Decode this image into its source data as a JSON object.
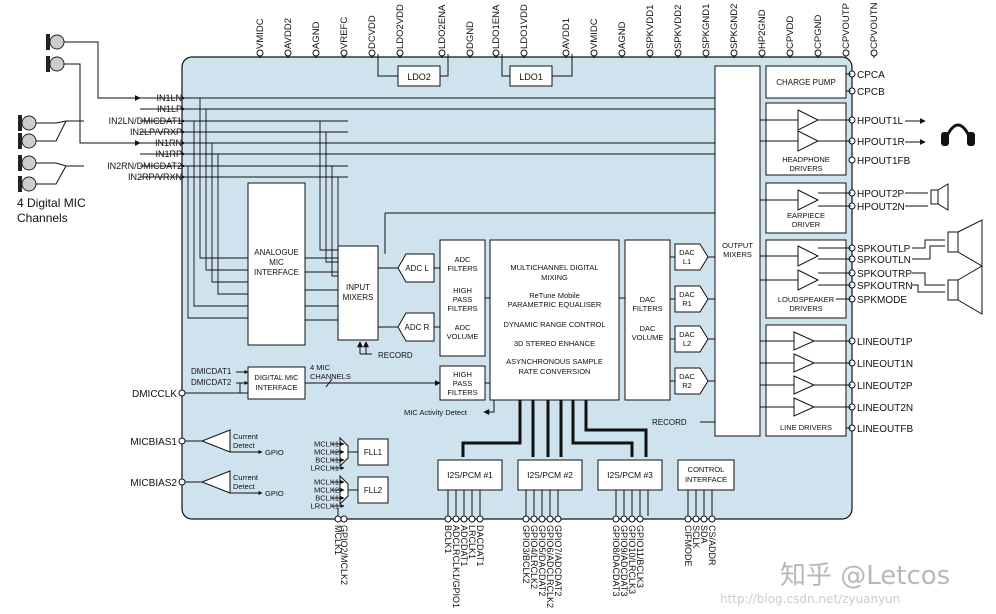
{
  "top_pins": [
    "VMIDC",
    "AVDD2",
    "AGND",
    "VREFC",
    "DCVDD",
    "LDO2VDD",
    "LDO2ENA",
    "DGND",
    "LDO1ENA",
    "LDO1VDD",
    "AVDD1",
    "VMIDC",
    "AGND",
    "SPKVDD1",
    "SPKVDD2",
    "SPKGND1",
    "SPKGND2",
    "HP2GND",
    "CPVDD",
    "CPGND",
    "CPVOUTP",
    "CPVOUTN"
  ],
  "ldo": {
    "ldo2": "LDO2",
    "ldo1": "LDO1"
  },
  "left_pins": [
    "IN1LN",
    "IN1LP",
    "IN2LN/DMICDAT1",
    "IN2LP/VRXP",
    "IN1RN",
    "IN1RP",
    "IN2RN/DMICDAT2",
    "IN2RP/VRXN"
  ],
  "mic_caption": [
    "4 Digital MIC",
    "Channels"
  ],
  "blocks": {
    "analogue_mic": [
      "ANALOGUE",
      "MIC",
      "INTERFACE"
    ],
    "input_mixers": [
      "INPUT",
      "MIXERS"
    ],
    "adc_l": "ADC L",
    "adc_r": "ADC R",
    "record_left": "RECORD",
    "adc_proc": [
      "ADC",
      "FILTERS",
      "HIGH",
      "PASS",
      "FILTERS",
      "ADC",
      "VOLUME"
    ],
    "dsp": [
      "MULTICHANNEL DIGITAL",
      "MIXING",
      "ReTune Mobile",
      "PARAMETRIC EQUALISER",
      "DYNAMIC RANGE CONTROL",
      "3D STEREO ENHANCE",
      "ASYNCHRONOUS SAMPLE",
      "RATE CONVERSION"
    ],
    "dac_proc": [
      "DAC",
      "FILTERS",
      "DAC",
      "VOLUME"
    ],
    "dacs": [
      [
        "DAC",
        "L1"
      ],
      [
        "DAC",
        "R1"
      ],
      [
        "DAC",
        "L2"
      ],
      [
        "DAC",
        "R2"
      ]
    ],
    "output_mixers": [
      "OUTPUT",
      "MIXERS"
    ],
    "charge_pump": "CHARGE PUMP",
    "headphone_drivers": [
      "HEADPHONE",
      "DRIVERS"
    ],
    "earpiece_driver": [
      "EARPIECE",
      "DRIVER"
    ],
    "loudspeaker_drivers": [
      "LOUDSPEAKER",
      "DRIVERS"
    ],
    "line_drivers": "LINE DRIVERS",
    "record_right": "RECORD",
    "digital_mic": [
      "DIGITAL MIC",
      "INTERFACE"
    ],
    "dmic_channels": [
      "4 MIC",
      "CHANNELS"
    ],
    "hp_filters": [
      "HIGH",
      "PASS",
      "FILTERS"
    ],
    "mic_activity": "MIC Activity Detect",
    "i2s1": "I2S/PCM #1",
    "i2s2": "I2S/PCM #2",
    "i2s3": "I2S/PCM #3",
    "control": [
      "CONTROL",
      "INTERFACE"
    ],
    "fll1": "FLL1",
    "fll2": "FLL2",
    "fll_inputs": [
      "MCLK1",
      "MCLK2",
      "BCLK1",
      "LRCLK1"
    ],
    "current_detect": [
      "Current",
      "Detect"
    ],
    "gpio": "GPIO"
  },
  "dmic_pins": [
    "DMICDAT1",
    "DMICDAT2"
  ],
  "left_misc_pins": [
    "DMICCLK",
    "MICBIAS1",
    "MICBIAS2"
  ],
  "right_pins": [
    "CPCA",
    "CPCB",
    "HPOUT1L",
    "HPOUT1R",
    "HPOUT1FB",
    "HPOUT2P",
    "HPOUT2N",
    "SPKOUTLP",
    "SPKOUTLN",
    "SPKOUTRP",
    "SPKOUTRN",
    "SPKMODE",
    "LINEOUT1P",
    "LINEOUT1N",
    "LINEOUT2P",
    "LINEOUT2N",
    "LINEOUTFB"
  ],
  "bottom_pins": [
    "MCLK1",
    "GPIO2/MCLK2",
    "BCLK1",
    "ADCLRCLK1/GPIO1",
    "ADCDAT1",
    "LRCLK1",
    "DACDAT1",
    "GPIO3/BCLK2",
    "GPIO4/LRCLK2",
    "GPIO5/DACDAT2",
    "GPIO6/ADCLRCLK2",
    "GPIO7/ADCDAT2",
    "GPIO8/DACDAT3",
    "GPIO9/ADCDAT3",
    "GPIO10/LRCLK3",
    "GPIO11/BCLK3",
    "CIFMODE",
    "SCLK",
    "SDA",
    "CS/ADDR"
  ],
  "watermark": {
    "brand": "知乎 @Letcos",
    "url": "http://blog.csdn.net/zyuanyun"
  },
  "colors": {
    "chip_fill": "#cfe3ef",
    "line": "#111111",
    "block_fill": "#ffffff"
  }
}
